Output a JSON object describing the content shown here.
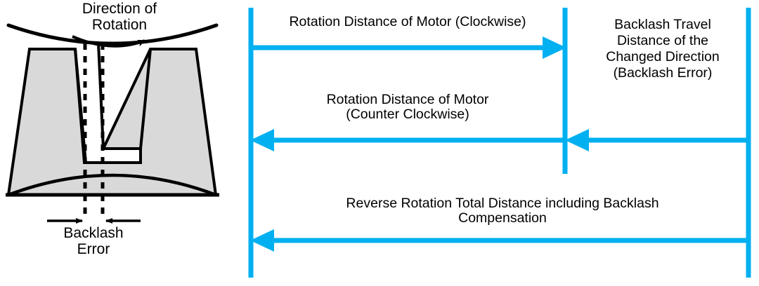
{
  "figure": {
    "title_hidden": "Backlash error and backlash compensation diagram",
    "colors": {
      "arrow_cyan": "#00b0f0",
      "outline_black": "#000000",
      "gear_fill": "#d9d9d9",
      "background": "#ffffff"
    }
  },
  "gear_panel": {
    "direction_label": "Direction of\nRotation",
    "backlash_label": "Backlash\nError"
  },
  "timeline_panel": {
    "rows": [
      {
        "id": "clockwise",
        "label": "Rotation Distance of Motor (Clockwise)",
        "direction": "right"
      },
      {
        "id": "backlash-travel",
        "label": "Backlash Travel\nDistance of the\nChanged Direction\n(Backlash Error)",
        "direction": "left"
      },
      {
        "id": "counter-clockwise",
        "label": "Rotation Distance of Motor\n(Counter Clockwise)",
        "direction": "left"
      },
      {
        "id": "reverse-total",
        "label": "Reverse Rotation Total Distance including Backlash\nCompensation",
        "direction": "left"
      }
    ]
  }
}
